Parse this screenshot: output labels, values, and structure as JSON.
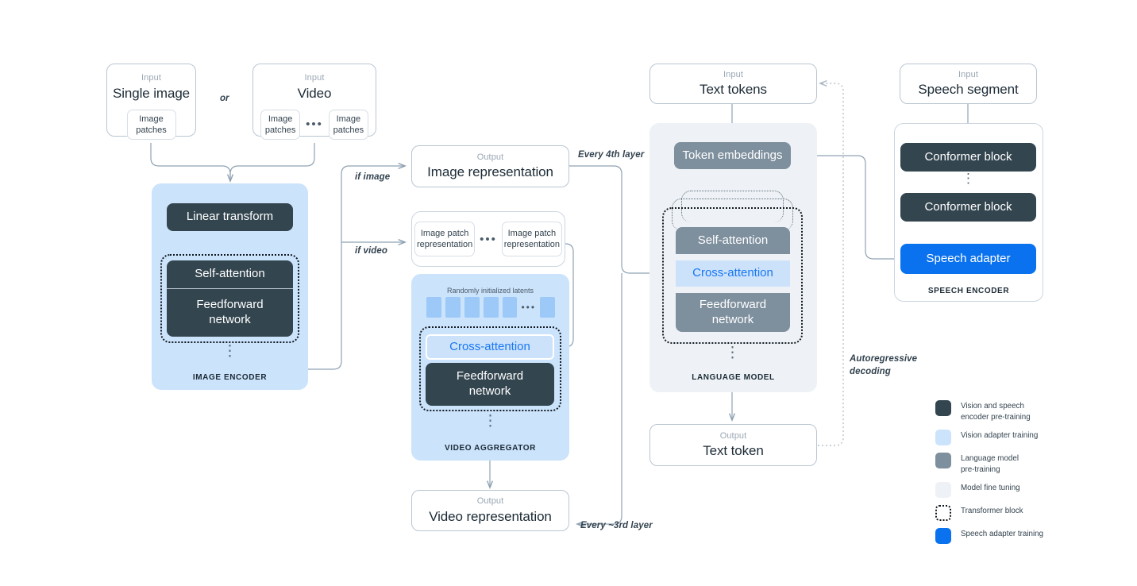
{
  "vision_inputs": {
    "single_image": {
      "kicker": "Input",
      "title": "Single image",
      "patch": "Image\npatches"
    },
    "or": "or",
    "video": {
      "kicker": "Input",
      "title": "Video",
      "patch_left": "Image\npatches",
      "ellipsis": "•••",
      "patch_right": "Image\npatches"
    }
  },
  "image_encoder": {
    "linear_transform": "Linear transform",
    "self_attention": "Self-attention",
    "feedforward": "Feedforward\nnetwork",
    "vdots": "⋮",
    "label": "IMAGE ENCODER"
  },
  "branch_labels": {
    "if_image": "if image",
    "if_video": "if video"
  },
  "image_representation": {
    "kicker": "Output",
    "title": "Image representation"
  },
  "patch_reps": {
    "left": "Image patch\nrepresentation",
    "ellipsis": "•••",
    "right": "Image patch\nrepresentation"
  },
  "video_aggregator": {
    "latents_label": "Randomly initialized latents",
    "latent_count": 5,
    "latent_ellipsis": "•••",
    "cross_attention": "Cross-attention",
    "feedforward": "Feedforward\nnetwork",
    "vdots": "⋮",
    "label": "VIDEO AGGREGATOR"
  },
  "video_representation": {
    "kicker": "Output",
    "title": "Video representation"
  },
  "language_model": {
    "input": {
      "kicker": "Input",
      "title": "Text tokens"
    },
    "token_embeddings": "Token embeddings",
    "self_attention": "Self-attention",
    "cross_attention": "Cross-attention",
    "feedforward": "Feedforward\nnetwork",
    "vdots": "⋮",
    "label": "LANGUAGE MODEL",
    "output": {
      "kicker": "Output",
      "title": "Text token"
    }
  },
  "speech_encoder": {
    "input": {
      "kicker": "Input",
      "title": "Speech segment"
    },
    "conformer_block_1": "Conformer block",
    "vdots": "⋮",
    "conformer_block_2": "Conformer block",
    "speech_adapter": "Speech adapter",
    "label": "SPEECH ENCODER"
  },
  "connector_labels": {
    "every_4th_layer": "Every 4th layer",
    "every_3rd_layer": "Every ~3rd layer",
    "autoregressive_decoding": "Autoregressive\ndecoding"
  },
  "legend": {
    "items": [
      {
        "label": "Vision and speech\nencoder pre-training",
        "color": "#33454f",
        "style": "solid",
        "icon": "dark-swatch-icon"
      },
      {
        "label": "Vision adapter training",
        "color": "#cbe3fb",
        "style": "solid",
        "icon": "light-blue-swatch-icon"
      },
      {
        "label": "Language model\npre-training",
        "color": "#7e8f9d",
        "style": "solid",
        "icon": "gray-swatch-icon"
      },
      {
        "label": "Model fine tuning",
        "color": "#eef2f6",
        "style": "solid",
        "icon": "pale-swatch-icon"
      },
      {
        "label": "Transformer block",
        "color": "#ffffff",
        "style": "dotted",
        "icon": "dotted-swatch-icon"
      },
      {
        "label": "Speech adapter training",
        "color": "#0a72ef",
        "style": "solid",
        "icon": "blue-swatch-icon"
      }
    ]
  },
  "colors": {
    "dark": "#33454f",
    "light_blue_panel": "#cbe3fb",
    "lm_gray": "#7e8f9d",
    "pale_panel": "#eef2f6",
    "accent_blue": "#0a72ef",
    "cross_attn_text": "#1877f2",
    "line": "#8fa2b3"
  }
}
